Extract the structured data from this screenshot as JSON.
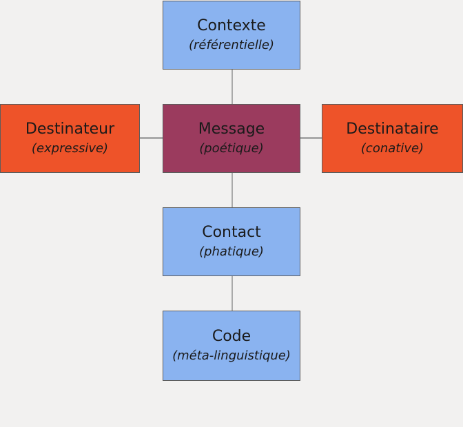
{
  "nodes": {
    "contexte": {
      "label": "Contexte",
      "function": "(référentielle)"
    },
    "destinateur": {
      "label": "Destinateur",
      "function": "(expressive)"
    },
    "message": {
      "label": "Message",
      "function": "(poétique)"
    },
    "destinataire": {
      "label": "Destinataire",
      "function": "(conative)"
    },
    "contact": {
      "label": "Contact",
      "function": "(phatique)"
    },
    "code": {
      "label": "Code",
      "function": "(méta-linguistique)"
    }
  },
  "colors": {
    "context_contact_code": "#8ab3f0",
    "sender_receiver": "#ee5329",
    "message": "#9b3b5e",
    "connector": "#aaaaaa",
    "background": "#f2f1f0"
  }
}
